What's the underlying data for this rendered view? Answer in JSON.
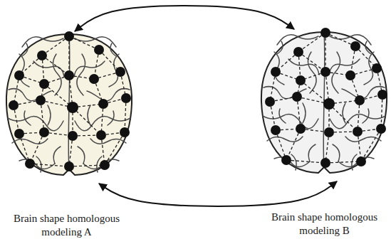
{
  "diagram": {
    "nodes": [
      {
        "text": [
          "Brain shape homologous modeling A"
        ]
      },
      {
        "text": [
          "Brain shape homologous modeling B"
        ]
      }
    ],
    "edges": [
      {
        "from": 0,
        "to": 1,
        "arrow": "both"
      },
      {
        "from": 0,
        "to": 1,
        "arrow": "both"
      }
    ]
  }
}
